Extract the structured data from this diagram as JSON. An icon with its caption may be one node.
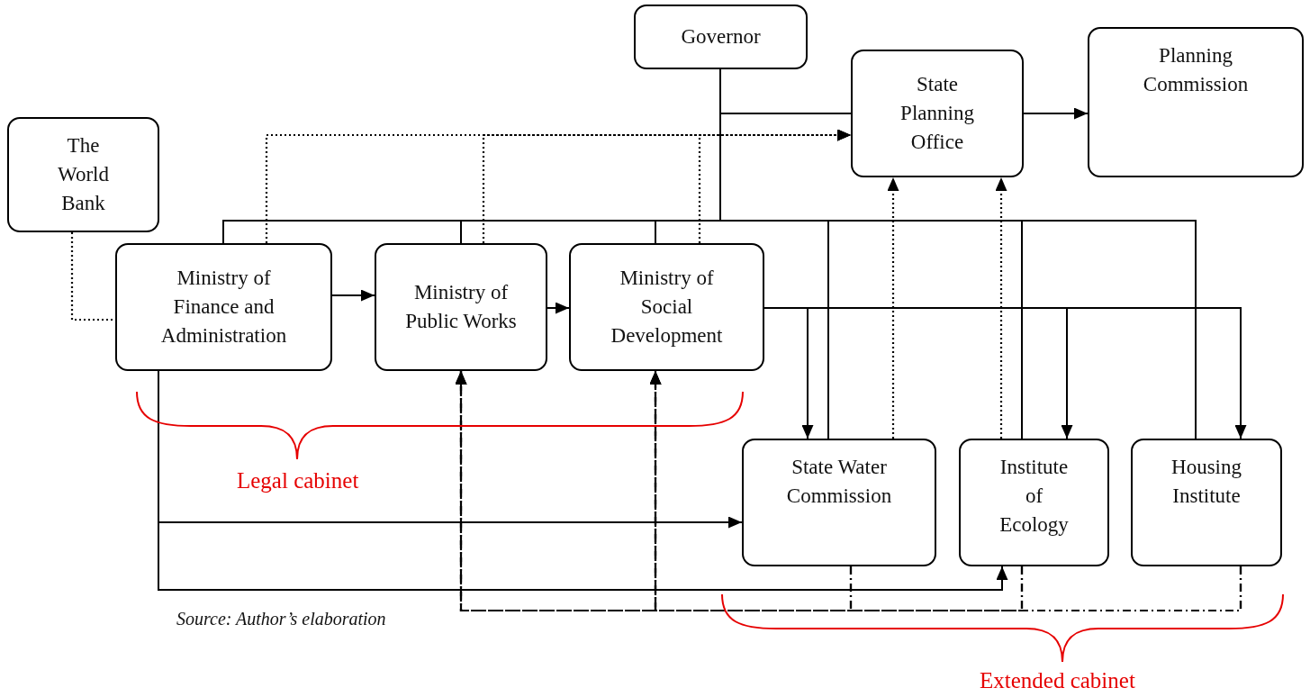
{
  "diagram": {
    "caption": "Source: Author’s elaboration",
    "nodes": [
      {
        "text": [
          "Governor"
        ]
      },
      {
        "text": [
          "State Planning Office"
        ]
      },
      {
        "text": [
          "Planning Commission"
        ]
      },
      {
        "text": [
          "The World Bank"
        ]
      },
      {
        "text": [
          "Ministry of Finance and Administration"
        ]
      },
      {
        "text": [
          "Ministry of Public Works"
        ]
      },
      {
        "text": [
          "Ministry of Social Development"
        ]
      },
      {
        "text": [
          "State Water Commission"
        ]
      },
      {
        "text": [
          "Institute of Ecology"
        ]
      },
      {
        "text": [
          "Housing Institute"
        ]
      }
    ],
    "edges": [
      {
        "from": 0,
        "to": 1,
        "arrow": "none"
      },
      {
        "from": 1,
        "to": 2,
        "arrow": "to"
      },
      {
        "from": 0,
        "to": 4,
        "arrow": "none"
      },
      {
        "from": 0,
        "to": 5,
        "arrow": "none"
      },
      {
        "from": 0,
        "to": 6,
        "arrow": "none"
      },
      {
        "from": 0,
        "to": 7,
        "arrow": "none"
      },
      {
        "from": 0,
        "to": 8,
        "arrow": "none"
      },
      {
        "from": 0,
        "to": 9,
        "arrow": "none"
      },
      {
        "from": 3,
        "to": 4,
        "arrow": "none",
        "style": "dashed"
      },
      {
        "from": 4,
        "to": 1,
        "arrow": "to",
        "style": "dashed"
      },
      {
        "from": 5,
        "to": 1,
        "arrow": "to",
        "style": "dashed"
      },
      {
        "from": 6,
        "to": 1,
        "arrow": "to",
        "style": "dashed"
      },
      {
        "from": 7,
        "to": 1,
        "arrow": "to",
        "style": "dashed"
      },
      {
        "from": 8,
        "to": 1,
        "arrow": "to",
        "style": "dashed"
      },
      {
        "from": 4,
        "to": 5,
        "arrow": "to"
      },
      {
        "from": 5,
        "to": 6,
        "arrow": "to"
      },
      {
        "from": 6,
        "to": 7,
        "arrow": "to"
      },
      {
        "from": 6,
        "to": 8,
        "arrow": "to"
      },
      {
        "from": 6,
        "to": 9,
        "arrow": "to"
      },
      {
        "from": 4,
        "to": 7,
        "arrow": "to"
      },
      {
        "from": 4,
        "to": 8,
        "arrow": "to"
      },
      {
        "from": 7,
        "to": 5,
        "arrow": "to",
        "style": "dashed"
      },
      {
        "from": 7,
        "to": 6,
        "arrow": "to",
        "style": "dashed"
      },
      {
        "from": 8,
        "to": 5,
        "arrow": "to",
        "style": "dashed"
      },
      {
        "from": 8,
        "to": 6,
        "arrow": "to",
        "style": "dashed"
      },
      {
        "from": 9,
        "to": 5,
        "arrow": "to",
        "style": "dashed"
      },
      {
        "from": 9,
        "to": 6,
        "arrow": "to",
        "style": "dashed"
      }
    ],
    "labels": [
      "Legal cabinet",
      "Extended cabinet"
    ]
  }
}
